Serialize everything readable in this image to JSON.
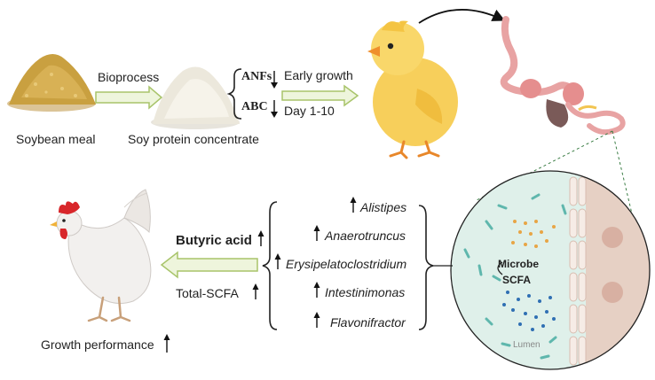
{
  "labels": {
    "soybean_meal": "Soybean meal",
    "bioprocess": "Bioprocess",
    "soy_protein_concentrate": "Soy protein concentrate",
    "anfs": "ANFs",
    "abc": "ABC",
    "early_growth": "Early growth",
    "day_range": "Day 1-10",
    "butyric_acid": "Butyric acid",
    "total_scfa": "Total-SCFA",
    "growth_performance": "Growth performance",
    "microbe": "Microbe",
    "scfa": "SCFA",
    "lumen": "Lumen"
  },
  "taxa": [
    {
      "name": "Alistipes"
    },
    {
      "name": "Anaerotruncus"
    },
    {
      "name": "Erysipelatoclostridium"
    },
    {
      "name": "Intestinimonas"
    },
    {
      "name": "Flavonifractor"
    }
  ],
  "arrows": {
    "anfs_direction": "down",
    "abc_direction": "down",
    "taxa_direction": "up",
    "butyric_direction": "up",
    "scfa_direction": "up",
    "growth_direction": "up"
  },
  "colors": {
    "meal": "#c9a040",
    "concentrate": "#ece8dc",
    "chick": "#f7cf5b",
    "hen": "#f2f0ee",
    "comb": "#d8262a",
    "gut": "#e8a3a3",
    "lumen_bg": "#dff0ea",
    "villi": "#e6d0c4",
    "arrow_fill": "#eef5dc",
    "arrow_stroke": "#a8c46a"
  }
}
